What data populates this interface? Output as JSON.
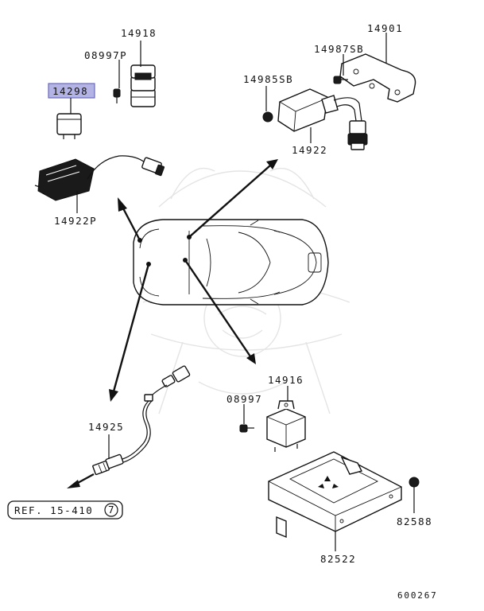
{
  "labels": {
    "p14918": "14918",
    "p08997p": "08997P",
    "p14298": "14298",
    "p14922p": "14922P",
    "p14901": "14901",
    "p14987sb": "14987SB",
    "p14985sb": "14985SB",
    "p14922": "14922",
    "p14916": "14916",
    "p08997": "08997",
    "p14925": "14925",
    "p82588": "82588",
    "p82522": "82522"
  },
  "reference": {
    "text": "REF. 15-410",
    "circle_number": "7"
  },
  "diagram_id": "600267",
  "colors": {
    "highlight_fill": "#b3b3e6",
    "highlight_border": "#6a6abf",
    "ink": "#111111"
  }
}
